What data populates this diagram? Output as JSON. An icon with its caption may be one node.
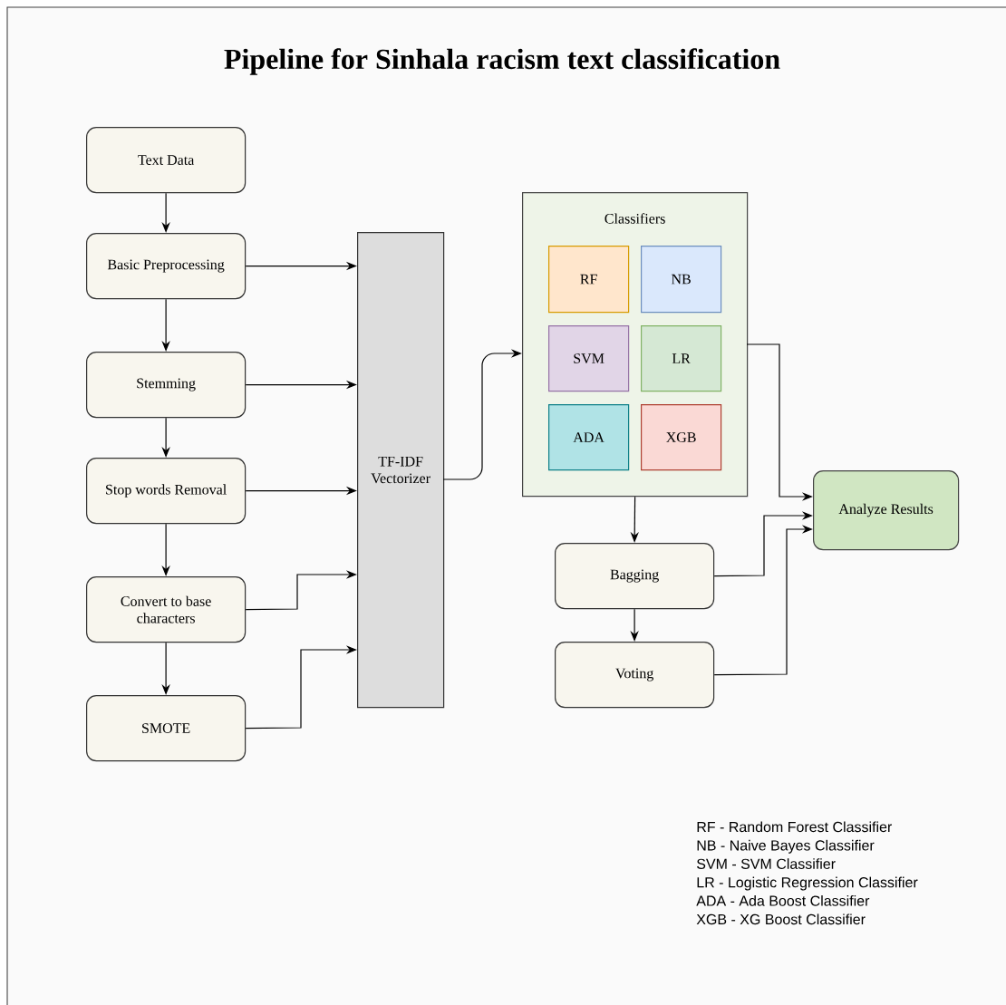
{
  "diagram": {
    "title": "Pipeline for Sinhala racism text classification",
    "nodes": [
      {
        "text": [
          "Text Data"
        ]
      },
      {
        "text": [
          "Basic Preprocessing"
        ]
      },
      {
        "text": [
          "Stemming"
        ]
      },
      {
        "text": [
          "Stop words Removal"
        ]
      },
      {
        "text": [
          "Convert to base characters"
        ]
      },
      {
        "text": [
          "SMOTE"
        ]
      },
      {
        "text": [
          "TF-IDF Vectorizer"
        ]
      },
      {
        "text": [
          "Classifiers"
        ]
      },
      {
        "text": [
          "RF"
        ],
        "in": 7
      },
      {
        "text": [
          "NB"
        ],
        "in": 7
      },
      {
        "text": [
          "SVM"
        ],
        "in": 7
      },
      {
        "text": [
          "LR"
        ],
        "in": 7
      },
      {
        "text": [
          "ADA"
        ],
        "in": 7
      },
      {
        "text": [
          "XGB"
        ],
        "in": 7
      },
      {
        "text": [
          "Bagging"
        ]
      },
      {
        "text": [
          "Voting"
        ]
      },
      {
        "text": [
          "Analyze Results"
        ]
      }
    ],
    "edges": [
      {
        "from": 0,
        "to": 1,
        "arrow": "to"
      },
      {
        "from": 1,
        "to": 2,
        "arrow": "to"
      },
      {
        "from": 2,
        "to": 3,
        "arrow": "to"
      },
      {
        "from": 3,
        "to": 4,
        "arrow": "to"
      },
      {
        "from": 4,
        "to": 5,
        "arrow": "to"
      },
      {
        "from": 1,
        "to": 6,
        "arrow": "to"
      },
      {
        "from": 2,
        "to": 6,
        "arrow": "to"
      },
      {
        "from": 3,
        "to": 6,
        "arrow": "to"
      },
      {
        "from": 4,
        "to": 6,
        "arrow": "to"
      },
      {
        "from": 5,
        "to": 6,
        "arrow": "to"
      },
      {
        "from": 6,
        "to": 7,
        "arrow": "to"
      },
      {
        "from": 7,
        "to": 16,
        "arrow": "to"
      },
      {
        "from": 7,
        "to": 14,
        "arrow": "to"
      },
      {
        "from": 14,
        "to": 16,
        "arrow": "to"
      },
      {
        "from": 14,
        "to": 15,
        "arrow": "to"
      },
      {
        "from": 15,
        "to": 16,
        "arrow": "to"
      }
    ],
    "labels": [
      "RF - Random Forest Classifier",
      "NB - Naive Bayes Classifier",
      "SVM - SVM Classifier",
      "LR - Logistic Regression Classifier",
      "ADA - Ada Boost Classifier",
      "XGB - XG Boost Classifier"
    ]
  }
}
